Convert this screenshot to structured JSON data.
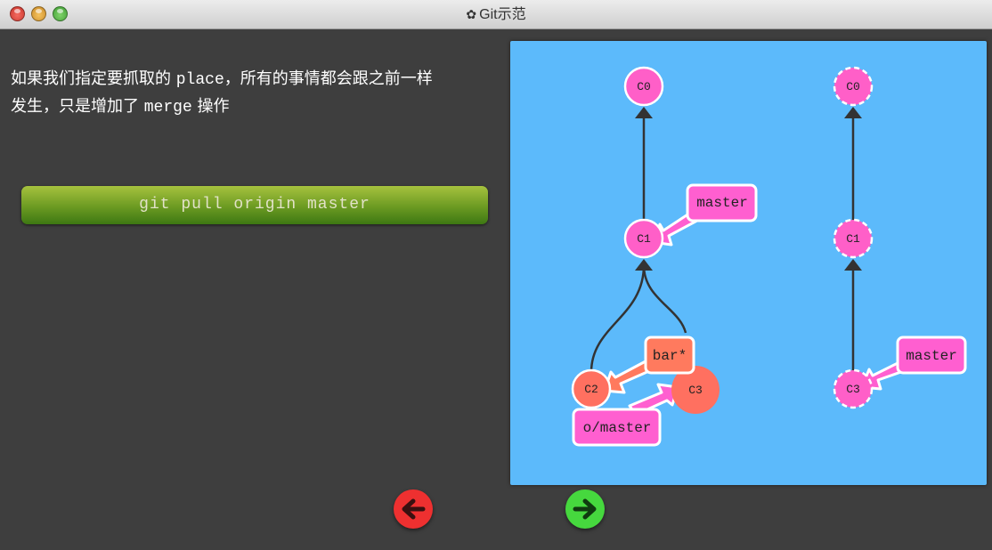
{
  "window": {
    "title": "Git示范",
    "icon": "gear-icon"
  },
  "description": {
    "line1_a": "如果我们指定要抓取的 ",
    "line1_code": "place",
    "line1_b": "，所有的事情都会跟之前一样",
    "line2_a": "发生，只是增加了 ",
    "line2_code": "merge",
    "line2_b": " 操作"
  },
  "command": {
    "label": "git pull origin master"
  },
  "colors": {
    "canvas_bg": "#5cbafb",
    "commit_pink": "#ff5fc8",
    "commit_orange": "#ff7060",
    "branch_pink": "#ff5fd0",
    "branch_orange": "#ff7a5e",
    "command_green": "#6b9a22",
    "prev_button": "#ee3030",
    "next_button": "#46d83e"
  },
  "local_repo": {
    "commits": {
      "c0": "C0",
      "c1": "C1",
      "c2": "C2",
      "c3": "C3"
    },
    "branches": {
      "master": "master",
      "bar": "bar*",
      "origin_master": "o/master"
    }
  },
  "remote_repo": {
    "commits": {
      "c0": "C0",
      "c1": "C1",
      "c3": "C3"
    },
    "branches": {
      "master": "master"
    }
  },
  "navigation": {
    "prev_icon": "arrow-left-icon",
    "next_icon": "arrow-right-icon"
  }
}
